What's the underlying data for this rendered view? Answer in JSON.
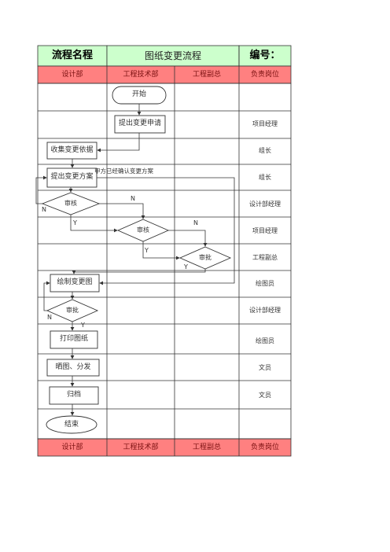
{
  "header": {
    "name_label": "流程名程",
    "process_name": "图纸变更流程",
    "number_label": "编号："
  },
  "columns": [
    "设计部",
    "工程技术部",
    "工程副总",
    "负责岗位"
  ],
  "roles": [
    "",
    "项目经理",
    "组长",
    "组长",
    "设计部经理",
    "项目经理",
    "工程副总",
    "绘图员",
    "设计部经理",
    "绘图员",
    "文员",
    "文员",
    ""
  ],
  "nodes": {
    "start": "开始",
    "apply": "提出变更申请",
    "collect": "收集变更依据",
    "propose": "提出变更方案",
    "review1": "审核",
    "review2": "审核",
    "approve1": "审批",
    "draw": "绘制变更图",
    "approve2": "审批",
    "print": "打印图纸",
    "distribute": "晒图、分发",
    "archive": "归档",
    "end": "结束"
  },
  "annotations": {
    "client_confirm": "甲方已经确认变更方案",
    "n": "N",
    "y": "Y"
  },
  "colors": {
    "header_green": "#ccffcc",
    "band_red": "#ff8080",
    "band_text": "#7a1010",
    "grid": "#333333"
  }
}
